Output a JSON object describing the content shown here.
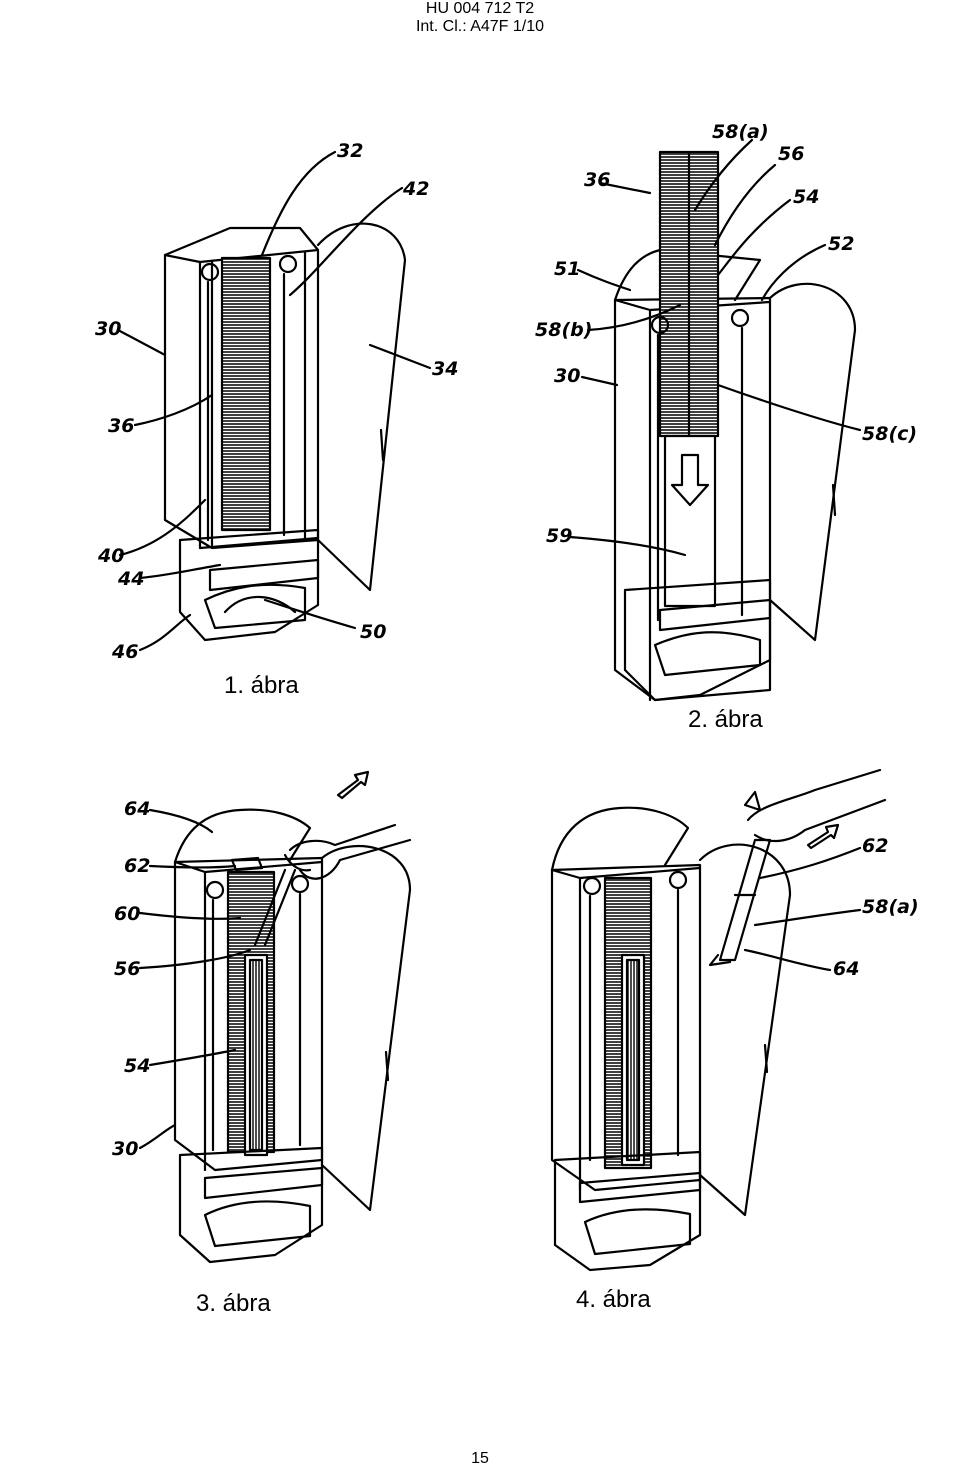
{
  "header": {
    "line1": "HU 004 712 T2",
    "line2": "Int. Cl.: A47F 1/10"
  },
  "figures": [
    {
      "caption": "1. ábra",
      "labels": [
        "32",
        "42",
        "30",
        "34",
        "36",
        "40",
        "44",
        "46",
        "50"
      ]
    },
    {
      "caption": "2. ábra",
      "labels": [
        "58(a)",
        "56",
        "36",
        "54",
        "52",
        "51",
        "58(b)",
        "30",
        "58(c)",
        "59"
      ]
    },
    {
      "caption": "3. ábra",
      "labels": [
        "64",
        "62",
        "60",
        "56",
        "54",
        "30"
      ]
    },
    {
      "caption": "4. ábra",
      "labels": [
        "62",
        "58(a)",
        "64"
      ]
    }
  ],
  "page_number": "15"
}
